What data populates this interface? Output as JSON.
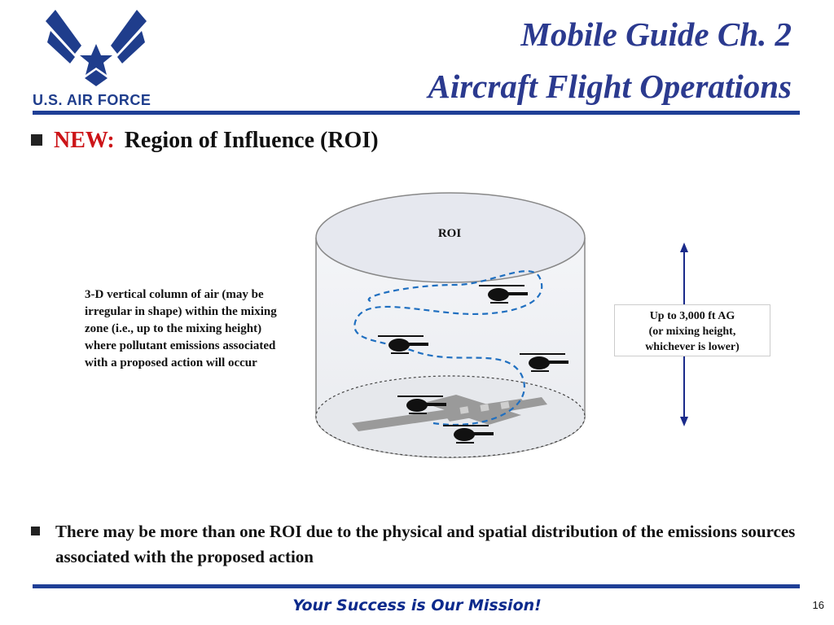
{
  "header": {
    "logo_text": "U.S. AIR FORCE",
    "title_line1": "Mobile Guide Ch. 2",
    "title_line2": "Aircraft Flight Operations"
  },
  "bullets": {
    "first": {
      "prefix": "NEW:",
      "text": "Region of Influence (ROI)"
    },
    "second": "There may be more than one ROI due to the physical and spatial distribution of the emissions sources associated with the proposed action"
  },
  "diagram": {
    "cylinder_label": "ROI",
    "description": "3-D vertical column of air (may be irregular in shape) within the mixing zone (i.e., up to the mixing height) where pollutant emissions associated with a proposed action will occur",
    "height_note": {
      "line1": "Up to 3,000 ft AG",
      "line2": "(or mixing height,",
      "line3": "whichever is lower)"
    }
  },
  "footer": {
    "tagline": "Your Success is Our Mission!",
    "page_number": "16"
  },
  "colors": {
    "title_blue": "#2b3a8f",
    "rule_blue": "#1f3f96",
    "new_red": "#cc1418",
    "flight_path_blue": "#1f6fc0"
  }
}
